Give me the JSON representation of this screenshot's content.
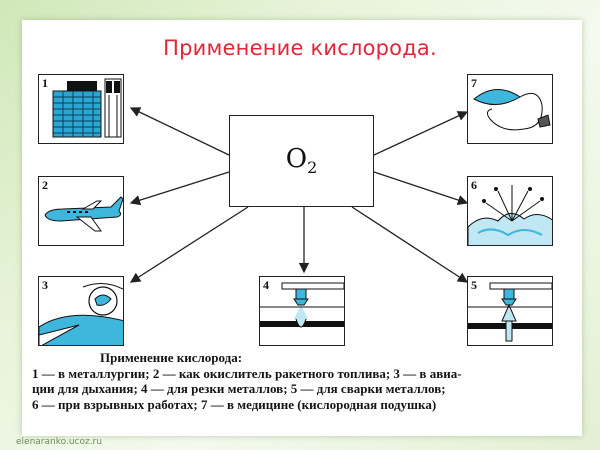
{
  "title": "Применение кислорода.",
  "center": {
    "formula": "O",
    "subscript": "2"
  },
  "panels": [
    {
      "number": "1",
      "icon": "metallurgy-building-icon"
    },
    {
      "number": "2",
      "icon": "airplane-icon"
    },
    {
      "number": "3",
      "icon": "pilot-cockpit-icon"
    },
    {
      "number": "4",
      "icon": "metal-cutting-icon"
    },
    {
      "number": "5",
      "icon": "metal-welding-icon"
    },
    {
      "number": "6",
      "icon": "explosion-icon"
    },
    {
      "number": "7",
      "icon": "oxygen-pillow-icon"
    }
  ],
  "caption": {
    "title": "Применение кислорода:",
    "lines": [
      "1 — в металлургии; 2 — как окислитель ракетного топлива; 3 — в авиа-",
      "ции для дыхания; 4 — для резки металлов; 5 — для сварки металлов;",
      "6 — при взрывных работах; 7 — в медицине (кислородная подушка)"
    ]
  },
  "watermark": "elenaranko.ucoz.ru",
  "colors": {
    "title": "#e0273a",
    "accent_blue": "#3fb6dc",
    "frame_green": "#cfe8b8"
  }
}
